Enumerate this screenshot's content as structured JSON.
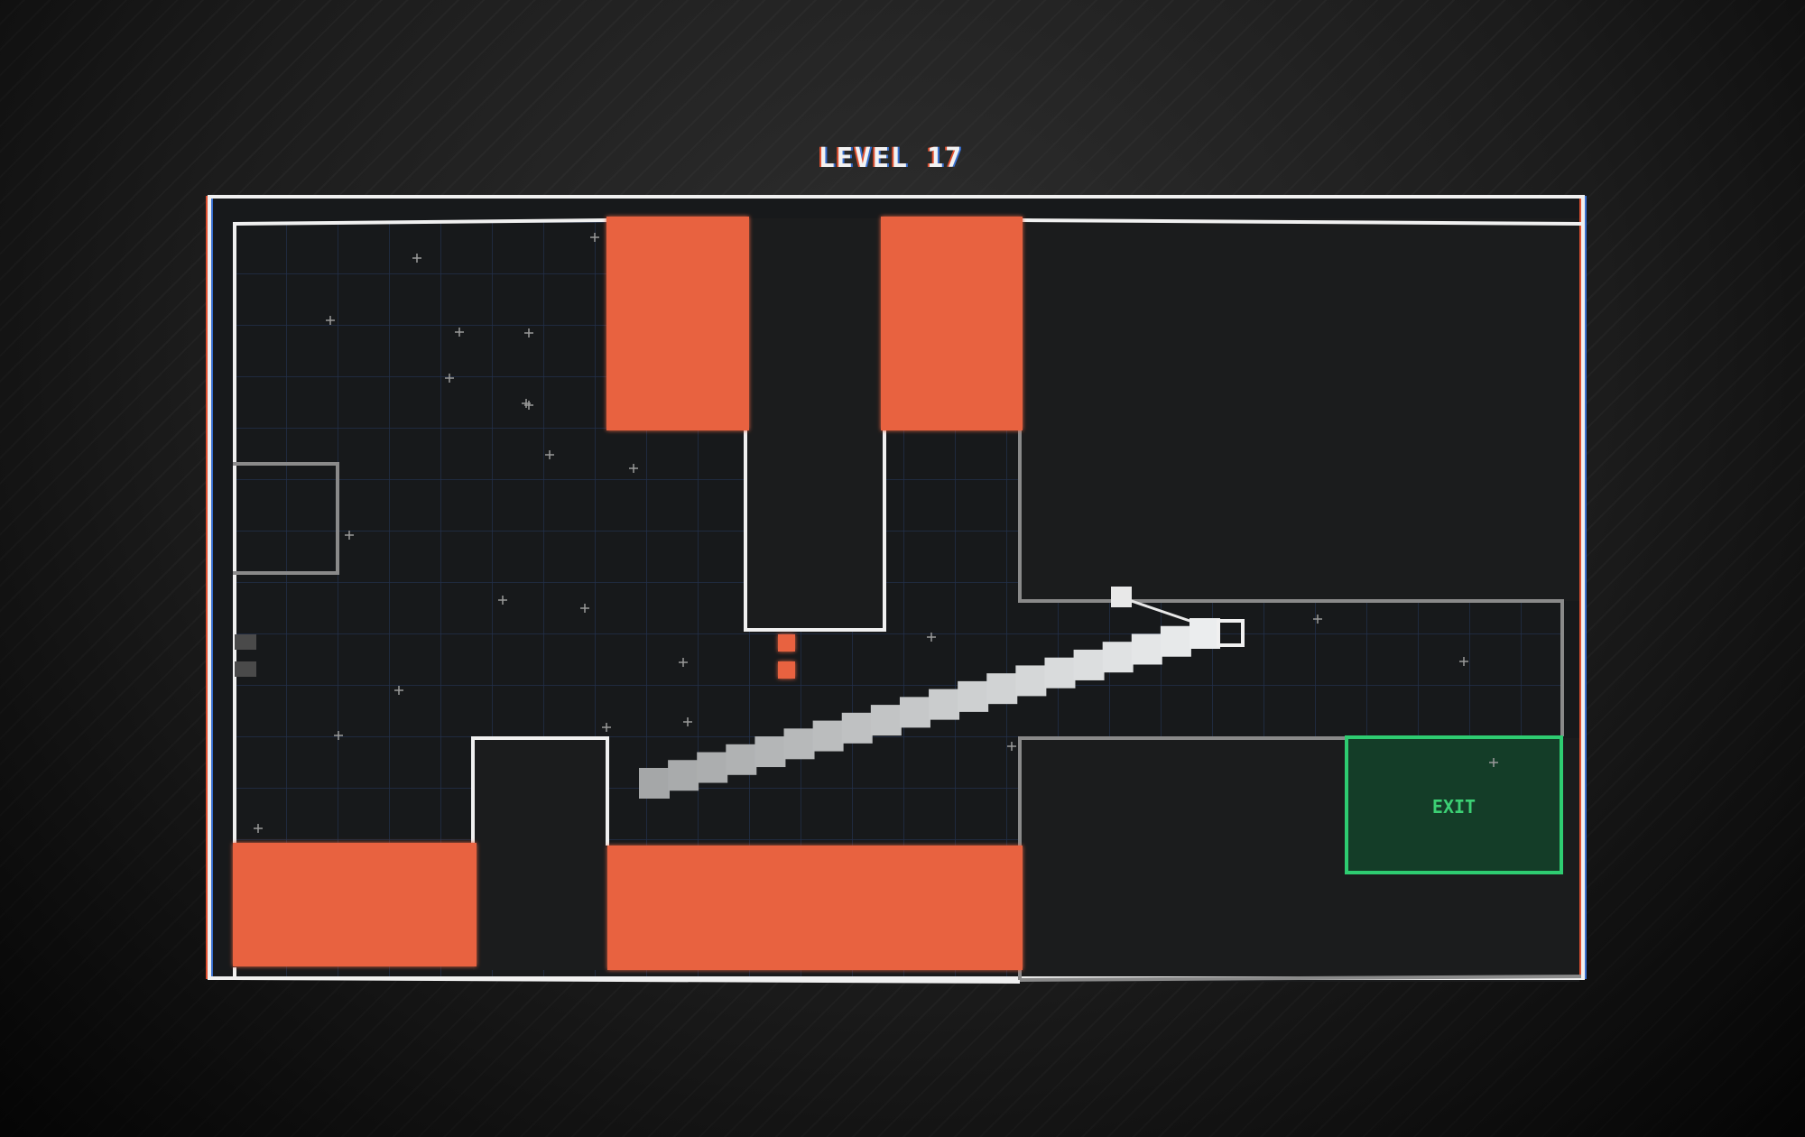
{
  "hud": {
    "level_title": "LEVEL 17"
  },
  "exit": {
    "label": "EXIT",
    "color": "#2ecc71"
  },
  "colors": {
    "hazard": "#e8623f",
    "wall": "#f0f0f0",
    "wall_dim": "#8a8a8a",
    "floor": "#1a1c1e"
  },
  "player": {
    "segments": 20
  }
}
